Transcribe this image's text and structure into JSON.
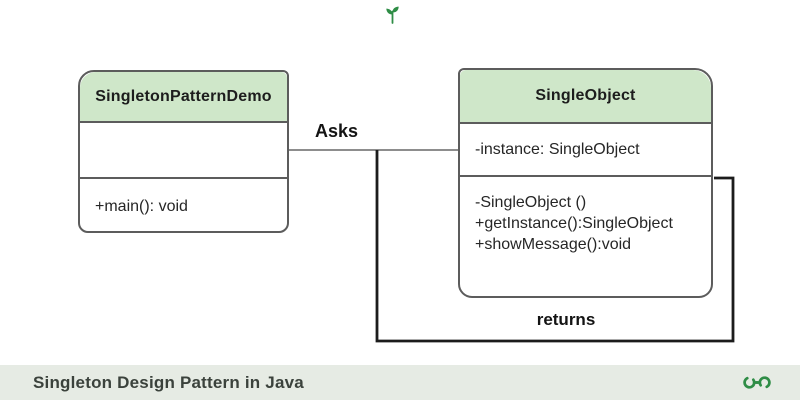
{
  "top_icon": {
    "name": "sprout-icon",
    "color": "#2f8d46"
  },
  "diagram": {
    "left_class": {
      "title": "SingletonPatternDemo",
      "attributes": [],
      "methods": [
        "+main(): void"
      ]
    },
    "right_class": {
      "title": "SingleObject",
      "attributes": [
        "-instance: SingleObject"
      ],
      "methods": [
        "-SingleObject ()",
        "+getInstance():SingleObject",
        "+showMessage():void"
      ]
    },
    "relations": {
      "asks_label": "Asks",
      "returns_label": "returns"
    }
  },
  "footer": {
    "caption": "Singleton Design Pattern in Java",
    "logo": "geeksforgeeks-logo"
  },
  "colors": {
    "class_header_bg": "#cfe7c9",
    "box_border": "#5c5c5c",
    "connector_line": "#7d7d7d",
    "relation_line": "#1c1c1c",
    "footer_bg": "#e6ebe4",
    "brand_green": "#2f8d46"
  }
}
